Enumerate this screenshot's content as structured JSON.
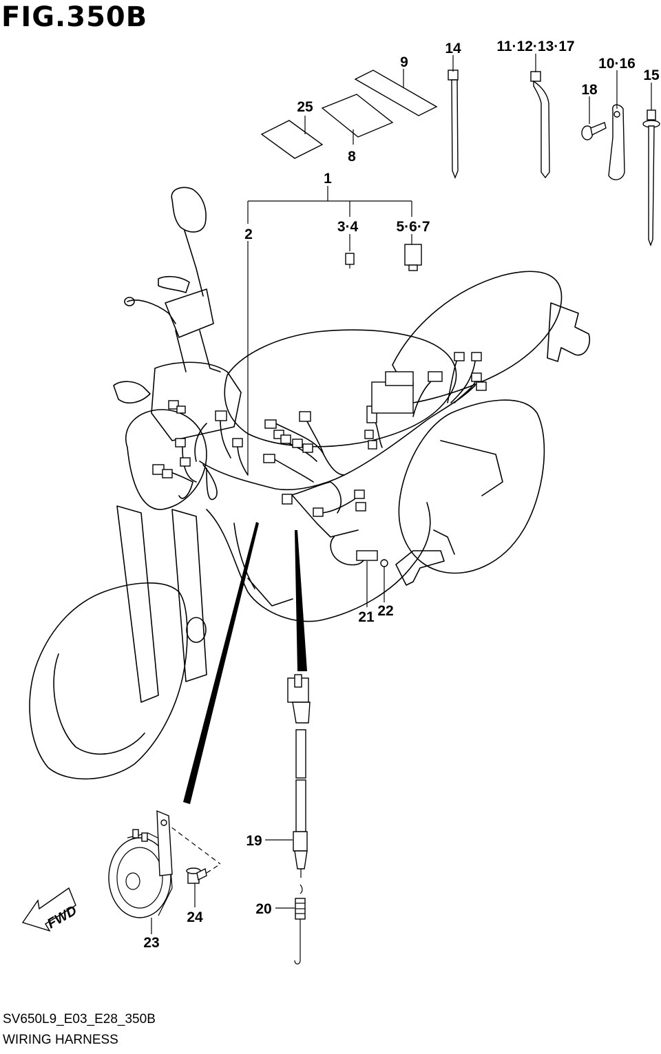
{
  "figure": {
    "title": "FIG.350B"
  },
  "footer": {
    "model_code": "SV650L9_E03_E28_350B",
    "caption": "WIRING HARNESS"
  },
  "direction_arrow": {
    "label": "FWD"
  },
  "callouts": [
    {
      "id": "c1",
      "text": "1"
    },
    {
      "id": "c2",
      "text": "2"
    },
    {
      "id": "c34",
      "text": "3·4"
    },
    {
      "id": "c567",
      "text": "5·6·7"
    },
    {
      "id": "c8",
      "text": "8"
    },
    {
      "id": "c9",
      "text": "9"
    },
    {
      "id": "c1016",
      "text": "10·16"
    },
    {
      "id": "c11121317",
      "text": "11·12·13·17"
    },
    {
      "id": "c14",
      "text": "14"
    },
    {
      "id": "c15",
      "text": "15"
    },
    {
      "id": "c18",
      "text": "18"
    },
    {
      "id": "c19",
      "text": "19"
    },
    {
      "id": "c20",
      "text": "20"
    },
    {
      "id": "c21",
      "text": "21"
    },
    {
      "id": "c22",
      "text": "22"
    },
    {
      "id": "c23",
      "text": "23"
    },
    {
      "id": "c24",
      "text": "24"
    },
    {
      "id": "c25",
      "text": "25"
    }
  ],
  "icons": [
    "motorcycle-outline",
    "wiring-harness",
    "horn",
    "relay",
    "fuse",
    "cable-tie",
    "clamp",
    "screw",
    "pad",
    "sensor",
    "spring"
  ]
}
